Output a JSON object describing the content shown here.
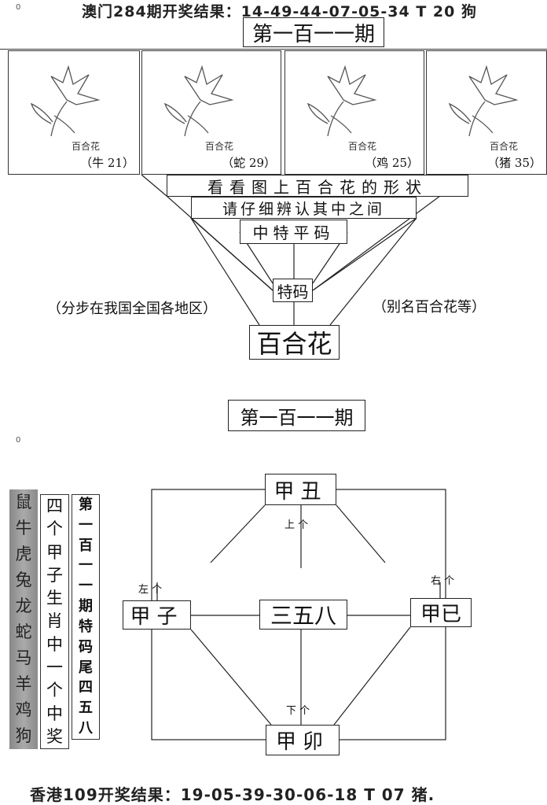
{
  "header": {
    "marker": "0",
    "macau_result": "澳门284期开奖结果：14-49-44-07-05-34 T 20 狗"
  },
  "top": {
    "issue_title": "第一百一一期",
    "flower_caption": "百合花",
    "panels": [
      {
        "label": "（牛 21）"
      },
      {
        "label": "（蛇 29）"
      },
      {
        "label": "（鸡 25）"
      },
      {
        "label": "（猪 35）"
      }
    ],
    "line1": "看看图上百合花的形状",
    "line2": "请仔细辨认其中之间",
    "line3": "中特平码",
    "tema": "特码",
    "left_note": "（分步在我国全国各地区）",
    "right_note": "（别名百合花等）",
    "answer": "百合花"
  },
  "bottom": {
    "issue_title": "第一百一一期",
    "marker": "0",
    "zodiac_column": [
      "鼠",
      "牛",
      "虎",
      "兔",
      "龙",
      "蛇",
      "马",
      "羊",
      "鸡",
      "狗"
    ],
    "hint_column": [
      "四",
      "个",
      "甲",
      "子",
      "生",
      "肖",
      "中",
      "一",
      "个",
      "中",
      "奖"
    ],
    "issue_column": [
      "第",
      "一",
      "百",
      "一",
      "一",
      "期",
      "特",
      "码",
      "尾",
      "四",
      "五",
      "八"
    ],
    "diagram": {
      "top": "甲丑",
      "left": "甲子",
      "center": "三五八",
      "right": "甲已",
      "bottom": "甲卯",
      "top_note": "上 个",
      "left_note": "左 个",
      "right_note": "右 个",
      "bottom_note": "下 个"
    }
  },
  "footer": {
    "hk_result": "香港109开奖结果：19-05-39-30-06-18 T 07 猪."
  }
}
